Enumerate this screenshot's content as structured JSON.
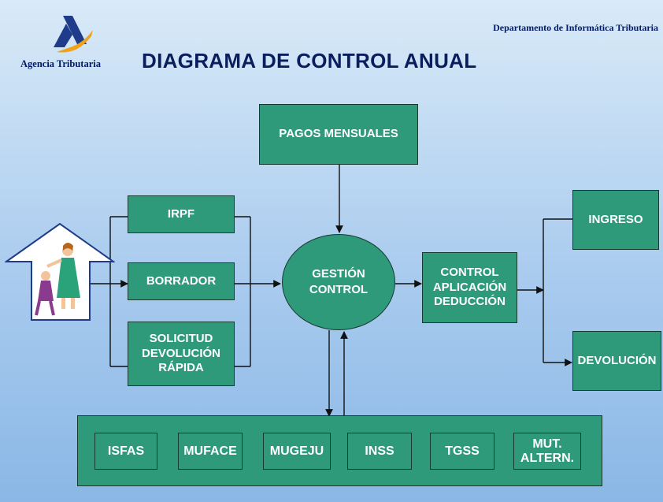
{
  "header": {
    "department": "Departamento de Informática Tributaria",
    "logo_text": "Agencia Tributaria",
    "title": "DIAGRAMA DE CONTROL ANUAL"
  },
  "nodes": {
    "pagos": "PAGOS MENSUALES",
    "irpf": "IRPF",
    "borrador": "BORRADOR",
    "solicitud": "SOLICITUD\nDEVOLUCIÓN\nRÁPIDA",
    "gestion": "GESTIÓN\nCONTROL",
    "control": "CONTROL\nAPLICACIÓN\nDEDUCCIÓN",
    "ingreso": "INGRESO",
    "devolucion": "DEVOLUCIÓN"
  },
  "entities": [
    "ISFAS",
    "MUFACE",
    "MUGEJU",
    "INSS",
    "TGSS",
    "MUT.\nALTERN."
  ],
  "colors": {
    "box_fill": "#2e9a7a",
    "box_border": "#163a30",
    "title": "#0a1e5e",
    "background_top": "#d9eaf8",
    "background_bottom": "#8ab7e6"
  },
  "icons": {
    "logo": "agencia-tributaria-logo",
    "taxpayer": "house-arrow-with-taxpayers"
  }
}
